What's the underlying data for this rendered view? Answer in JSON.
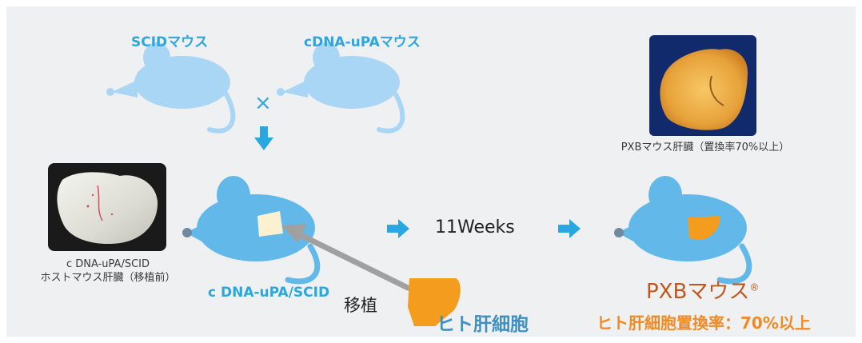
{
  "labels": {
    "scid_mouse": "SCIDマウス",
    "cdna_upa_mouse": "cDNA-uPAマウス",
    "cross": "×",
    "host_liver_line1": "c DNA-uPA/SCID",
    "host_liver_line2": "ホストマウス肝臓（移植前）",
    "host_mouse": "c DNA-uPA/SCID",
    "transplant": "移植",
    "human_hepatocyte": "ヒト肝細胞",
    "duration": "11Weeks",
    "pxb_liver": "PXBマウス肝臓（置換率70%以上）",
    "pxb_mouse": "PXBマウス",
    "registered": "®",
    "replacement": "ヒト肝細胞置換率：70%以上"
  },
  "colors": {
    "mouse_light": "#a9d6f5",
    "mouse_mid": "#62b9e9",
    "arrow_blue": "#2aa7e0",
    "hepatocyte_orange": "#f39c1e",
    "pxb_brown": "#c0571d",
    "replacement_orange": "#f08a24",
    "hepatocyte_text": "#3f8fc0"
  }
}
